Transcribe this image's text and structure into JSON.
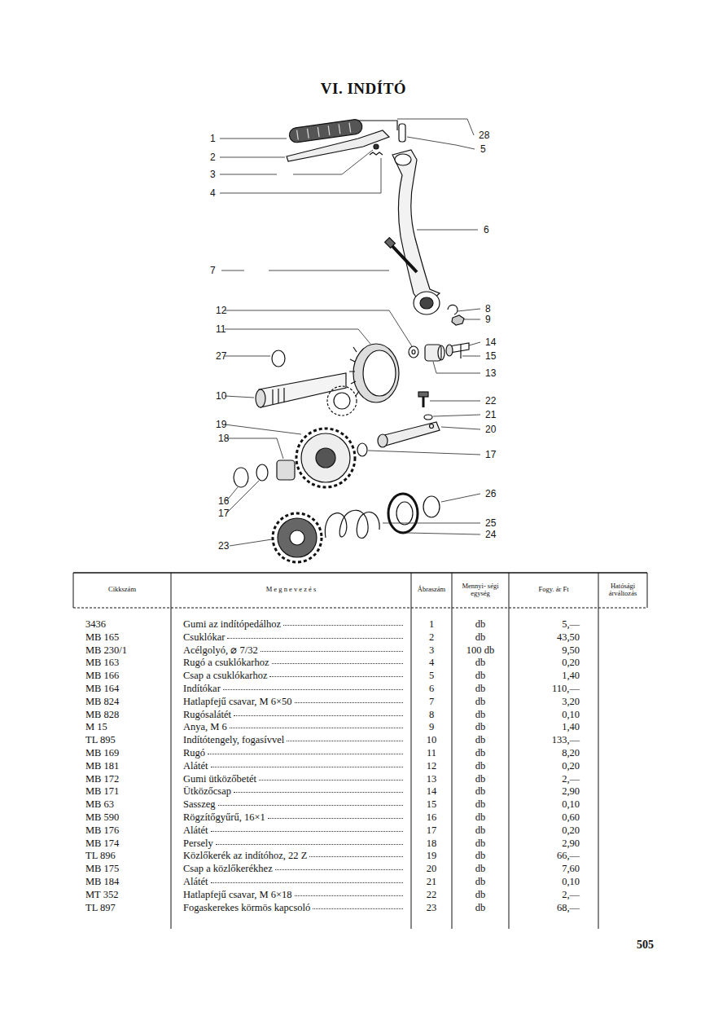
{
  "diagram": {
    "title": "VI. INDÍTÓ",
    "labels": [
      "1",
      "2",
      "3",
      "4",
      "28",
      "5",
      "6",
      "7",
      "12",
      "8",
      "9",
      "11",
      "14",
      "15",
      "27",
      "13",
      "10",
      "22",
      "21",
      "20",
      "19",
      "18",
      "17",
      "26",
      "16",
      "17",
      "25",
      "24",
      "23",
      "Cikkszám",
      "M e g n e v e z é s",
      "Ábraszám",
      "Mennyi- ségi egység",
      "Fogy. ár Ft",
      "Hatósági árváltozás",
      "3436",
      "Gumi az indítópedálhoz",
      "1",
      "db",
      "5,—",
      "MB 165",
      "Csuklókar",
      "2",
      "db",
      "43,50",
      "MB 230/1",
      "Acélgolyó, ⌀ 7/32",
      "3",
      "100 db",
      "9,50",
      "MB 163",
      "Rugó a csuklókarhoz",
      "4",
      "db",
      "0,20",
      "MB 166",
      "Csap a csuklókarhoz",
      "5",
      "db",
      "1,40",
      "MB 164",
      "Indítókar",
      "6",
      "db",
      "110,—",
      "MB 824",
      "Hatlapfejű csavar, M 6×50",
      "7",
      "db",
      "3,20",
      "MB 828",
      "Rugósalátét",
      "8",
      "db",
      "0,10",
      "M 15",
      "Anya, M 6",
      "9",
      "db",
      "1,40",
      "TL 895",
      "Indítótengely, fogasívvel",
      "10",
      "db",
      "133,—",
      "MB 169",
      "Rugó",
      "11",
      "db",
      "8,20",
      "MB 181",
      "Alátét",
      "12",
      "db",
      "0,20",
      "MB 172",
      "Gumi ütközőbetét",
      "13",
      "db",
      "2,—",
      "MB 171",
      "Ütközőcsap",
      "14",
      "db",
      "2,90",
      "MB 63",
      "Sasszeg",
      "15",
      "db",
      "0,10",
      "MB 590",
      "Rögzítőgyűrű, 16×1",
      "16",
      "db",
      "0,60",
      "MB 176",
      "Alátét",
      "17",
      "db",
      "0,20",
      "MB 174",
      "Persely",
      "18",
      "db",
      "2,90",
      "TL 896",
      "Közlőkerék az indítóhoz, 22 Z",
      "19",
      "db",
      "66,—",
      "MB 175",
      "Csap a közlőkerékhez",
      "20",
      "db",
      "7,60",
      "MB 184",
      "Alátét",
      "21",
      "db",
      "0,10",
      "MT 352",
      "Hatlapfejű csavar, M 6×18",
      "22",
      "db",
      "2,—",
      "TL 897",
      "Fogaskerekes körmös kapcsoló",
      "23",
      "db",
      "68,—",
      "505"
    ]
  }
}
